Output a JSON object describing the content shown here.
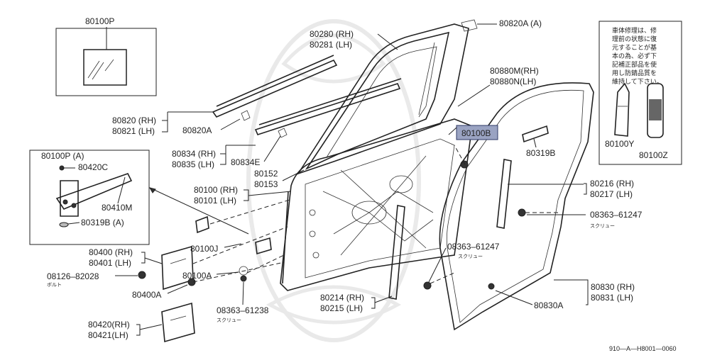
{
  "labels": {
    "p80100P": "80100P",
    "p80280": "80280 (RH)",
    "p80281": "80281 (LH)",
    "p80820A_A": "80820A (A)",
    "p80880M": "80880M(RH)",
    "p80880N": "80880N(LH)",
    "p80820": "80820 (RH)",
    "p80821": "80821 (LH)",
    "p80820A": "80820A",
    "p80100B": "80100B",
    "p80834": "80834 (RH)",
    "p80835": "80835 (LH)",
    "p80834E": "80834E",
    "p80319B": "80319B",
    "p80152": "80152",
    "p80153": "80153",
    "p80100": "80100 (RH)",
    "p80101": "80101 (LH)",
    "p80216": "80216 (RH)",
    "p80217": "80217 (LH)",
    "p80100PA": "80100P (A)",
    "p80420C": "80420C",
    "p80410M": "80410M",
    "p80319BA": "80319B (A)",
    "screw1": "08363–61247",
    "screw1_kana": "スクリュー",
    "p80100J": "80100J",
    "p80400": "80400 (RH)",
    "p80401": "80401 (LH)",
    "screw2": "08363–61247",
    "screw2_kana": "スクリュー",
    "bolt": "08126–82028",
    "bolt_kana": "ボルト",
    "p80100A": "80100A",
    "p80400A": "80400A",
    "p80830": "80830 (RH)",
    "p80831": "80831 (LH)",
    "p80830A": "80830A",
    "p80214": "80214 (RH)",
    "p80215": "80215 (LH)",
    "screw3": "08363–61238",
    "screw3_kana": "スクリュー",
    "p80420": "80420(RH)",
    "p80421": "80421(LH)",
    "p80100Y": "80100Y",
    "p80100Z": "80100Z",
    "diagram_code": "910—A—H8001—0060"
  },
  "notice_lines": [
    "車体修理は、修",
    "理前の状態に復",
    "元することが基",
    "本の為、必ず下",
    "記補正部品を使",
    "用し防錆品質を",
    "維持して下さい。"
  ],
  "colors": {
    "highlight_fill": "#9aa3c2",
    "line": "#222222"
  }
}
